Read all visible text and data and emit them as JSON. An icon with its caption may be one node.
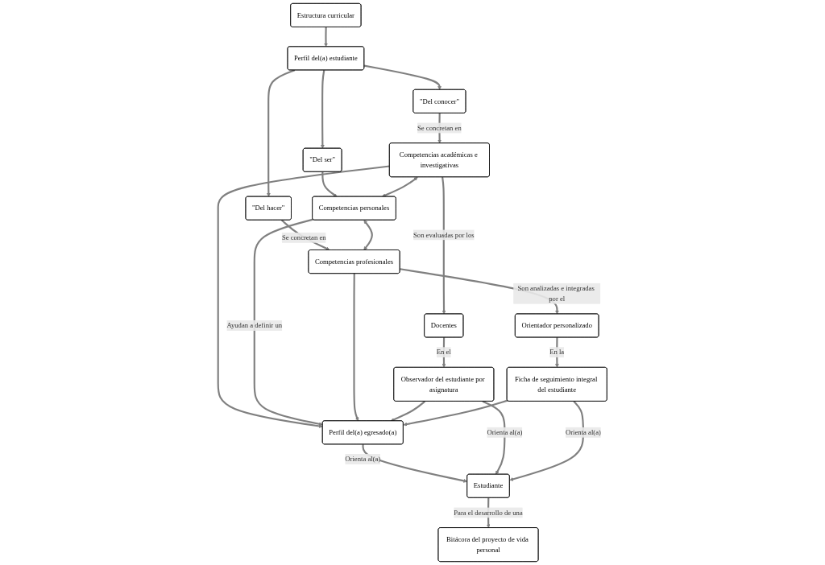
{
  "diagram": {
    "nodes": [
      {
        "text": [
          "Estructura curricular"
        ]
      },
      {
        "text": [
          "Perfil del(a) estudiante"
        ]
      },
      {
        "text": [
          "\"Del conocer\""
        ]
      },
      {
        "text": [
          "\"Del ser\""
        ]
      },
      {
        "text": [
          "\"Del hacer\""
        ]
      },
      {
        "text": [
          "Competencias académicas e investigativas"
        ]
      },
      {
        "text": [
          "Competencias personales"
        ]
      },
      {
        "text": [
          "Competencias profesionales"
        ]
      },
      {
        "text": [
          "Docentes"
        ]
      },
      {
        "text": [
          "Orientador personalizado"
        ]
      },
      {
        "text": [
          "Observador del estudiante por asignatura"
        ]
      },
      {
        "text": [
          "Perfil del(a) egresado(a)"
        ]
      },
      {
        "text": [
          "Ficha de seguimiento integral del estudiante"
        ]
      },
      {
        "text": [
          "Estudiante"
        ]
      },
      {
        "text": [
          "Bitácora del proyecto de vida personal"
        ]
      }
    ],
    "edges": [
      {
        "from": 0,
        "to": 1,
        "arrow": "to"
      },
      {
        "from": 1,
        "to": 2,
        "arrow": "to"
      },
      {
        "from": 1,
        "to": 3,
        "arrow": "to"
      },
      {
        "from": 1,
        "to": 4,
        "arrow": "to"
      },
      {
        "from": 2,
        "to": 5,
        "arrow": "to",
        "label": "Se concretan en"
      },
      {
        "from": 3,
        "to": 6,
        "arrow": "to"
      },
      {
        "from": 4,
        "to": 7,
        "arrow": "to",
        "label": "Se concretan en"
      },
      {
        "from": 5,
        "to": 6,
        "arrow": "both"
      },
      {
        "from": 6,
        "to": 7,
        "arrow": "both"
      },
      {
        "from": 5,
        "to": 8,
        "arrow": "to",
        "label": "Son evaluadas por los"
      },
      {
        "from": 7,
        "to": 9,
        "arrow": "to",
        "label": "Son analizadas e integradas por el"
      },
      {
        "from": 8,
        "to": 10,
        "arrow": "to",
        "label": "En el"
      },
      {
        "from": 9,
        "to": 12,
        "arrow": "to",
        "label": "En la"
      },
      {
        "from": 5,
        "to": 11,
        "arrow": "to"
      },
      {
        "from": 6,
        "to": 11,
        "arrow": "to",
        "label": "Ayudan a definir un"
      },
      {
        "from": 7,
        "to": 11,
        "arrow": "to"
      },
      {
        "from": 10,
        "to": 11,
        "arrow": "to"
      },
      {
        "from": 12,
        "to": 11,
        "arrow": "to"
      },
      {
        "from": 11,
        "to": 13,
        "arrow": "to",
        "label": "Orienta al(a)"
      },
      {
        "from": 10,
        "to": 13,
        "arrow": "to",
        "label": "Orienta al(a)"
      },
      {
        "from": 12,
        "to": 13,
        "arrow": "to",
        "label": "Orienta al(a)"
      },
      {
        "from": 13,
        "to": 14,
        "arrow": "to",
        "label": "Para el desarrollo de una"
      }
    ]
  }
}
